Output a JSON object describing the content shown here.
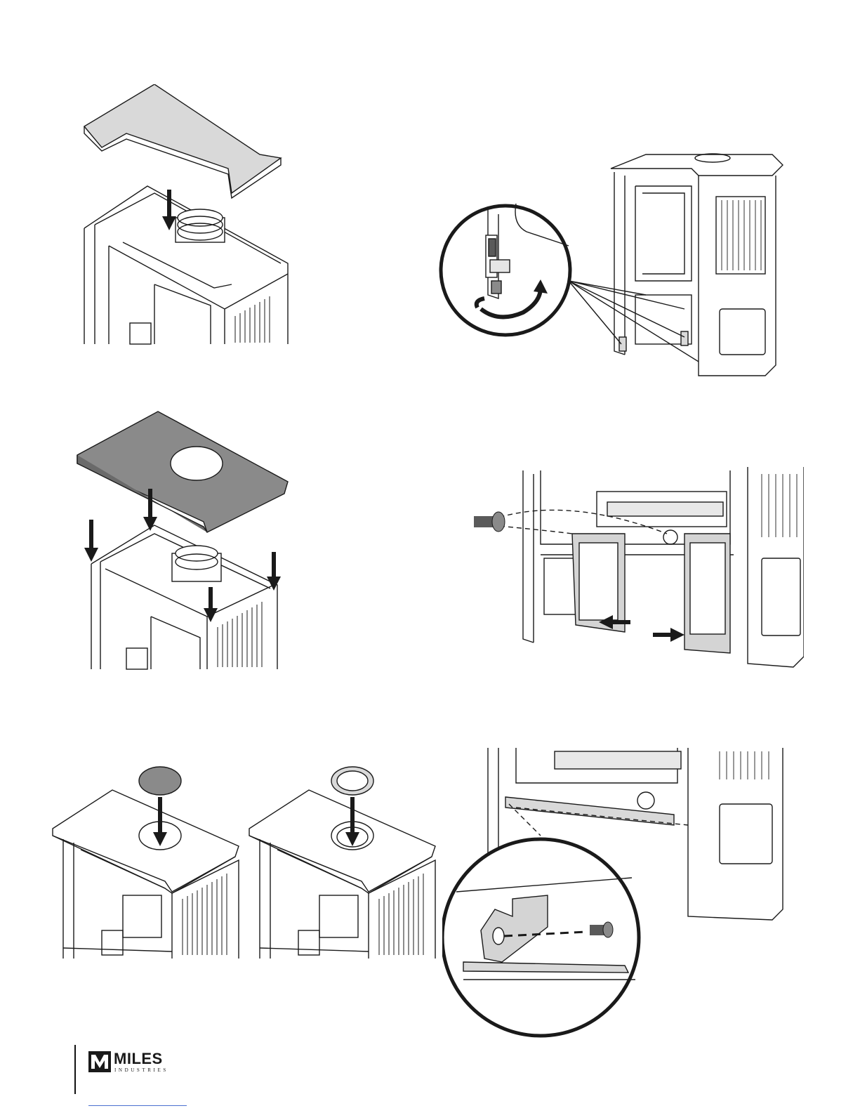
{
  "logo": {
    "name": "MILES",
    "subtitle": "INDUSTRIES"
  },
  "colors": {
    "line": "#1a1a1a",
    "panel_light": "#d9d9d9",
    "panel_dark": "#8a8a8a",
    "arrow": "#1a1a1a"
  },
  "figures": [
    {
      "id": "top-plate-installation",
      "icon": "arrow-down-icon"
    },
    {
      "id": "leveling-leg-adjustment",
      "icon": "rotate-arrow-icon"
    },
    {
      "id": "top-panel-installation",
      "icon": "arrow-down-icon"
    },
    {
      "id": "lower-side-panels",
      "icon": "arrow-left-right-icon"
    },
    {
      "id": "vent-cover-installation",
      "icon": "arrow-down-icon"
    },
    {
      "id": "vent-ring-installation",
      "icon": "arrow-down-icon"
    },
    {
      "id": "bracket-screw-detail",
      "icon": "screw-icon"
    }
  ]
}
